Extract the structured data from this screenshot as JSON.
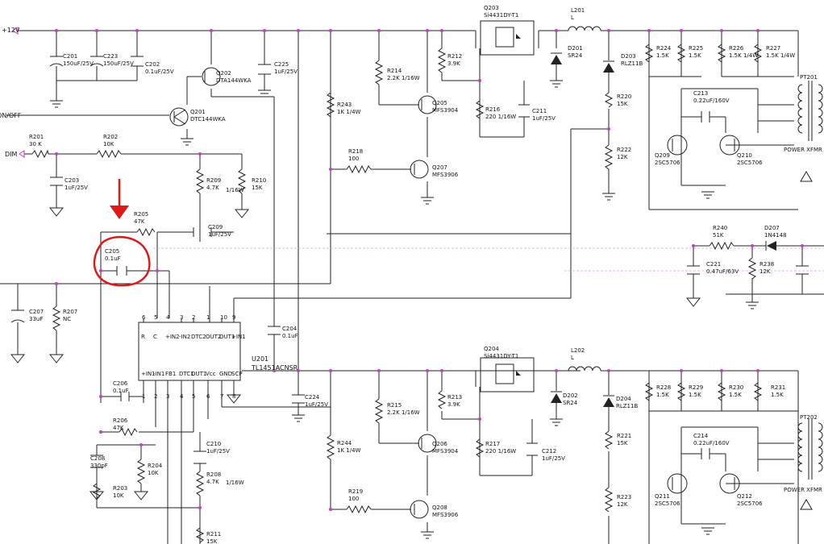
{
  "nets": {
    "v12": "+12V",
    "onoff": "ON/OFF",
    "dim": "DIM"
  },
  "ic": {
    "ref": "U201",
    "part": "TL1451ACNSR",
    "top_pins": [
      "6",
      "5",
      "4",
      "3",
      "2",
      "1",
      "10",
      "9"
    ],
    "top_labels": [
      "R",
      "C",
      "+IN2",
      "-IN2",
      "DTC2",
      "OUT2",
      "OUT1",
      "+IN1"
    ],
    "bot_pins": [
      "1",
      "2",
      "3",
      "4",
      "5",
      "6",
      "7",
      "8"
    ],
    "bot_labels": [
      "+IN1",
      "-IN1",
      "FB1",
      "DTC1",
      "OUT1",
      "Vcc",
      "GND",
      "SCP"
    ]
  },
  "labels": [
    {
      "id": "c201",
      "ref": "C201",
      "val": "150uF/25V"
    },
    {
      "id": "c223",
      "ref": "C223",
      "val": "150uF/25V"
    },
    {
      "id": "c202",
      "ref": "C202",
      "val": "0.1uF/25V"
    },
    {
      "id": "q202",
      "ref": "Q202",
      "val": "DTA144WKA"
    },
    {
      "id": "c225",
      "ref": "C225",
      "val": "1uF/25V"
    },
    {
      "id": "q201",
      "ref": "Q201",
      "val": "DTC144WKA"
    },
    {
      "id": "r201",
      "ref": "R201",
      "val": "30 K"
    },
    {
      "id": "r202",
      "ref": "R202",
      "val": "10K"
    },
    {
      "id": "c203",
      "ref": "C203",
      "val": "1uF/25V"
    },
    {
      "id": "r209",
      "ref": "R209",
      "val": "4.7K"
    },
    {
      "id": "r209p",
      "ref": "1/16W",
      "val": ""
    },
    {
      "id": "r210",
      "ref": "R210",
      "val": "15K"
    },
    {
      "id": "r205",
      "ref": "R205",
      "val": "47K"
    },
    {
      "id": "c209",
      "ref": "C209",
      "val": "1uF/25V"
    },
    {
      "id": "c205",
      "ref": "C205",
      "val": "0.1uF"
    },
    {
      "id": "c207",
      "ref": "C207",
      "val": "33uF"
    },
    {
      "id": "r207",
      "ref": "R207",
      "val": "NC"
    },
    {
      "id": "c206",
      "ref": "C206",
      "val": "0.1uF"
    },
    {
      "id": "r206",
      "ref": "R206",
      "val": "47K"
    },
    {
      "id": "c208",
      "ref": "C208",
      "val": "330pF"
    },
    {
      "id": "r204",
      "ref": "R204",
      "val": "10K"
    },
    {
      "id": "r203",
      "ref": "R203",
      "val": "10K"
    },
    {
      "id": "c210",
      "ref": "C210",
      "val": "1uF/25V"
    },
    {
      "id": "r208",
      "ref": "R208",
      "val": "4.7K"
    },
    {
      "id": "r208p",
      "ref": "1/16W",
      "val": ""
    },
    {
      "id": "r211",
      "ref": "R211",
      "val": "15K"
    },
    {
      "id": "c204",
      "ref": "C204",
      "val": "0.1uF"
    },
    {
      "id": "c224",
      "ref": "C224",
      "val": "1uF/25V"
    },
    {
      "id": "r243",
      "ref": "R243",
      "val": "1K   1/4W"
    },
    {
      "id": "r244",
      "ref": "R244",
      "val": "1K   1/4W"
    },
    {
      "id": "r214",
      "ref": "R214",
      "val": "2.2K   1/16W"
    },
    {
      "id": "r215",
      "ref": "R215",
      "val": "2.2K   1/16W"
    },
    {
      "id": "r212",
      "ref": "R212",
      "val": "3.9K"
    },
    {
      "id": "r213",
      "ref": "R213",
      "val": "3.9K"
    },
    {
      "id": "q205",
      "ref": "Q205",
      "val": "MFS3904"
    },
    {
      "id": "q206",
      "ref": "Q206",
      "val": "MFS3904"
    },
    {
      "id": "r216",
      "ref": "R216",
      "val": "220   1/16W"
    },
    {
      "id": "r217",
      "ref": "R217",
      "val": "220   1/16W"
    },
    {
      "id": "c211",
      "ref": "C211",
      "val": "1uF/25V"
    },
    {
      "id": "c212",
      "ref": "C212",
      "val": "1uF/25V"
    },
    {
      "id": "r218",
      "ref": "R218",
      "val": "100"
    },
    {
      "id": "r219",
      "ref": "R219",
      "val": "100"
    },
    {
      "id": "q207",
      "ref": "Q207",
      "val": "MFS3906"
    },
    {
      "id": "q208",
      "ref": "Q208",
      "val": "MFS3906"
    },
    {
      "id": "q203",
      "ref": "Q203",
      "val": "Si4431DY-T1"
    },
    {
      "id": "q204",
      "ref": "Q204",
      "val": "Si4431DY-T1"
    },
    {
      "id": "l201",
      "ref": "L201",
      "val": "L"
    },
    {
      "id": "l202",
      "ref": "L202",
      "val": "L"
    },
    {
      "id": "d201",
      "ref": "D201",
      "val": "SR24"
    },
    {
      "id": "d202",
      "ref": "D202",
      "val": "SR24"
    },
    {
      "id": "d203",
      "ref": "D203",
      "val": "RLZ11B"
    },
    {
      "id": "d204",
      "ref": "D204",
      "val": "RLZ11B"
    },
    {
      "id": "r220",
      "ref": "R220",
      "val": "15K"
    },
    {
      "id": "r221",
      "ref": "R221",
      "val": "15K"
    },
    {
      "id": "r222",
      "ref": "R222",
      "val": "12K"
    },
    {
      "id": "r223",
      "ref": "R223",
      "val": "12K"
    },
    {
      "id": "r224",
      "ref": "R224",
      "val": "1.5K"
    },
    {
      "id": "r225",
      "ref": "R225",
      "val": "1.5K"
    },
    {
      "id": "r226",
      "ref": "R226",
      "val": "1.5K   1/4W"
    },
    {
      "id": "r227",
      "ref": "R227",
      "val": "1.5K   1/4W"
    },
    {
      "id": "r228",
      "ref": "R228",
      "val": "1.5K"
    },
    {
      "id": "r229",
      "ref": "R229",
      "val": "1.5K"
    },
    {
      "id": "r230",
      "ref": "R230",
      "val": "1.5K"
    },
    {
      "id": "r231",
      "ref": "R231",
      "val": "1.5K"
    },
    {
      "id": "c213",
      "ref": "C213",
      "val": "0.22uF/160V"
    },
    {
      "id": "c214",
      "ref": "C214",
      "val": "0.22uF/160V"
    },
    {
      "id": "q209",
      "ref": "Q209",
      "val": "2SC5706"
    },
    {
      "id": "q210",
      "ref": "Q210",
      "val": "2SC5706"
    },
    {
      "id": "q211",
      "ref": "Q211",
      "val": "2SC5706"
    },
    {
      "id": "q212",
      "ref": "Q212",
      "val": "2SC5706"
    },
    {
      "id": "pt201",
      "ref": "PT201",
      "val": ""
    },
    {
      "id": "pt202",
      "ref": "PT202",
      "val": ""
    },
    {
      "id": "xfmr1",
      "ref": "POWER XFMR",
      "val": ""
    },
    {
      "id": "xfmr2",
      "ref": "POWER XFMR",
      "val": ""
    },
    {
      "id": "r240",
      "ref": "R240",
      "val": "51K"
    },
    {
      "id": "d207",
      "ref": "D207",
      "val": "1N4148"
    },
    {
      "id": "c221",
      "ref": "C221",
      "val": "0.47uF/63V"
    },
    {
      "id": "r238",
      "ref": "R238",
      "val": "12K"
    }
  ]
}
